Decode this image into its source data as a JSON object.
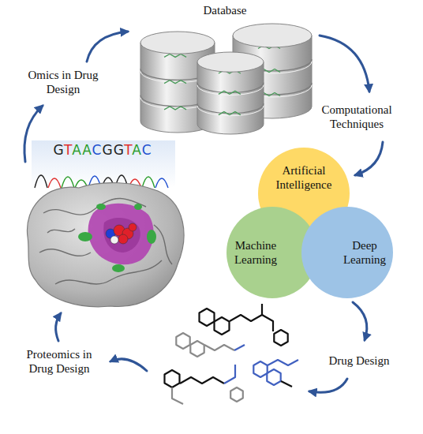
{
  "diagram": {
    "nodes": [
      {
        "text": [
          "Database"
        ]
      },
      {
        "text": [
          "Artificial Intelligence"
        ]
      },
      {
        "text": [
          "Machine Learning"
        ]
      },
      {
        "text": [
          "Deep Learning"
        ]
      }
    ],
    "labels": [
      "Omics in Drug Design",
      "Computational Techniques",
      "Drug Design",
      "Proteomics in Drug Design",
      "GTAACGGTAC"
    ]
  }
}
